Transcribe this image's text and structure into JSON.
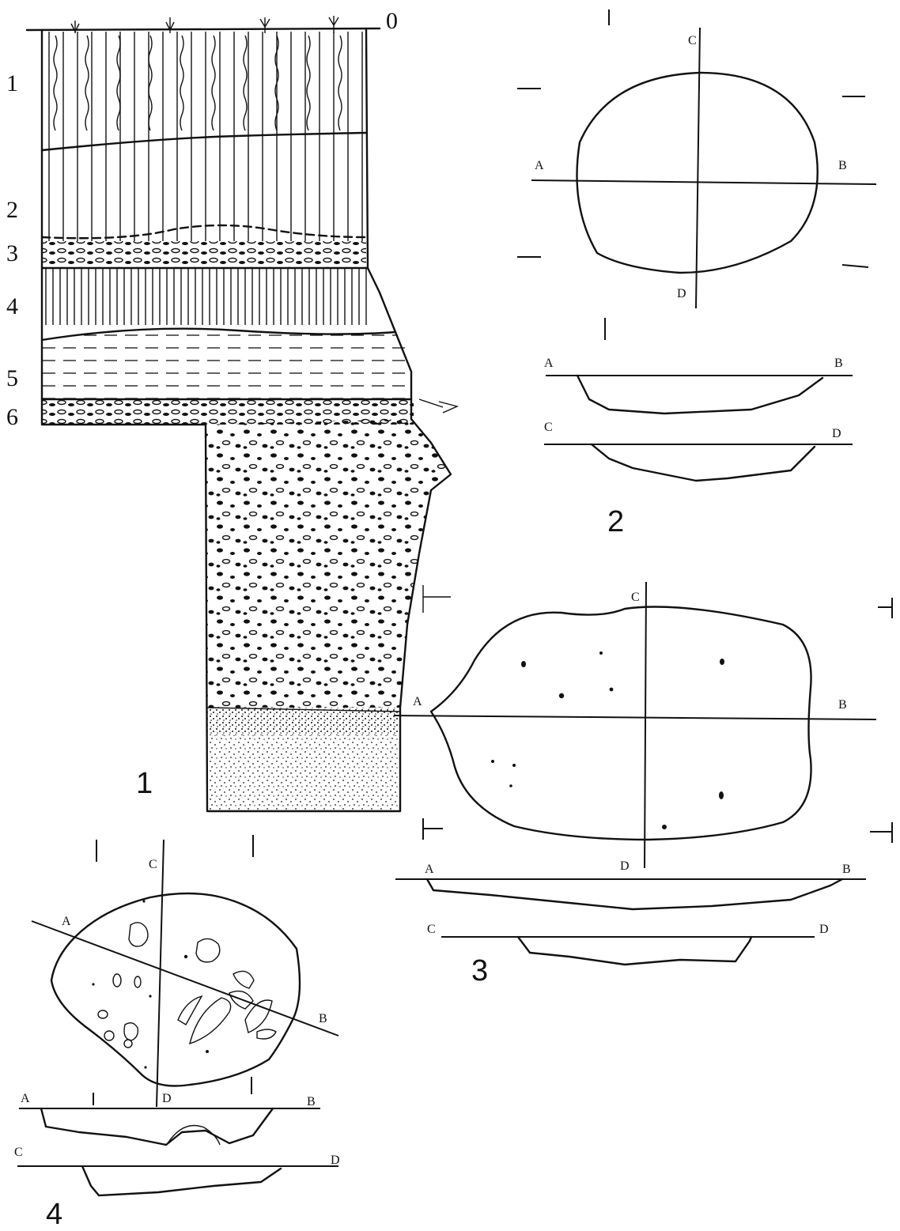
{
  "figure": {
    "panel_1": {
      "caption": "1",
      "surface_mark": "0",
      "layers": [
        "1",
        "2",
        "3",
        "4",
        "5",
        "6"
      ]
    },
    "panel_2": {
      "caption": "2",
      "axis_labels": {
        "a": "A",
        "b": "B",
        "c": "C",
        "d": "D"
      },
      "section_ab": {
        "left": "A",
        "right": "B"
      },
      "section_cd": {
        "left": "C",
        "right": "D"
      }
    },
    "panel_3": {
      "caption": "3",
      "axis_labels": {
        "a": "A",
        "b": "B",
        "c": "C",
        "d": "D"
      },
      "section_ab": {
        "left": "A",
        "right": "B"
      },
      "section_cd": {
        "left": "C",
        "right": "D"
      }
    },
    "panel_4": {
      "caption": "4",
      "axis_labels": {
        "a": "A",
        "b": "B",
        "c": "C",
        "d": "D"
      },
      "section_ab": {
        "left": "A",
        "right": "B"
      },
      "section_cd": {
        "left": "C",
        "right": "D"
      }
    }
  }
}
